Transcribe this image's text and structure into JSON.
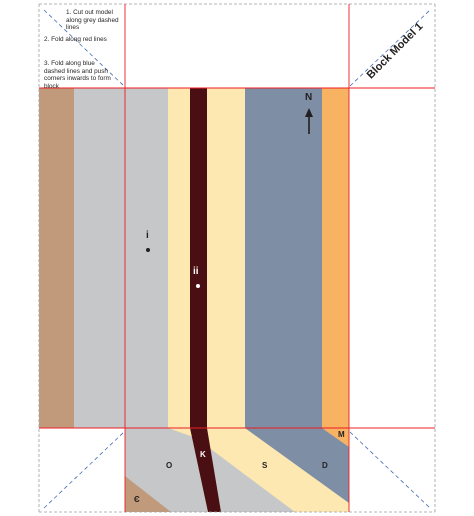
{
  "instructions": [
    "1. Cut out model along grey dashed lines",
    "2. Fold along red lines",
    "3. Fold along blue dashed lines and push corners inwards to form block"
  ],
  "title": "Block Model 1",
  "north_label": "N",
  "points": [
    "i",
    "ii"
  ],
  "units": {
    "O": "O",
    "K": "K",
    "S": "S",
    "D": "D",
    "M": "M",
    "C": "Є"
  },
  "colors": {
    "brown": "#c19a7b",
    "grey_light": "#c6c7c9",
    "cream": "#fde8b1",
    "dark_dyke": "#4a0f12",
    "slate": "#7e8ea4",
    "orange": "#f7b262",
    "fold_line": "#ec1c24",
    "cut_line": "#9d9fa2",
    "diag_line": "#4169b0"
  }
}
